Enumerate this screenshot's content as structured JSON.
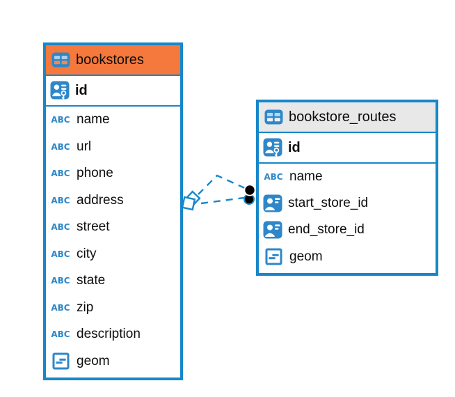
{
  "diagram": {
    "type": "entity-relationship",
    "background": "#ffffff"
  },
  "colors": {
    "accent_blue": "#1787c9",
    "icon_blue": "#2e87c9",
    "header_orange": "#f5793c",
    "header_gray": "#e8e8e8",
    "marker_black": "#000000",
    "text": "#0d0d0d"
  },
  "icons": {
    "text_icon_label": "ABC",
    "table_icon": "table-grid-icon",
    "primary_key_icon": "person-key-icon",
    "foreign_key_icon": "person-card-icon",
    "geometry_icon": "geometry-icon"
  },
  "tables": [
    {
      "name": "bookstores",
      "header_style": "orange",
      "rows": [
        {
          "label": "id",
          "type": "primary-key"
        },
        {
          "label": "name",
          "type": "text"
        },
        {
          "label": "url",
          "type": "text"
        },
        {
          "label": "phone",
          "type": "text"
        },
        {
          "label": "address",
          "type": "text"
        },
        {
          "label": "street",
          "type": "text"
        },
        {
          "label": "city",
          "type": "text"
        },
        {
          "label": "state",
          "type": "text"
        },
        {
          "label": "zip",
          "type": "text"
        },
        {
          "label": "description",
          "type": "text"
        },
        {
          "label": "geom",
          "type": "geometry"
        }
      ]
    },
    {
      "name": "bookstore_routes",
      "header_style": "gray",
      "rows": [
        {
          "label": "id",
          "type": "primary-key"
        },
        {
          "label": "name",
          "type": "text"
        },
        {
          "label": "start_store_id",
          "type": "reference"
        },
        {
          "label": "end_store_id",
          "type": "reference"
        },
        {
          "label": "geom",
          "type": "geometry"
        }
      ]
    }
  ],
  "connector": {
    "style": "dashed",
    "line_count": 2,
    "between": [
      "bookstores",
      "bookstore_routes"
    ],
    "left_marker": "overlapping-squares",
    "right_marker": "overlapping-black-dots"
  }
}
